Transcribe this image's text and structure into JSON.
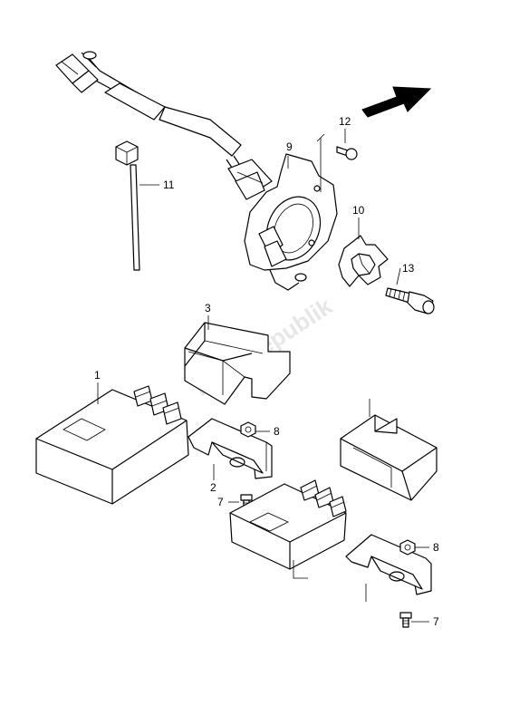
{
  "watermark": "PartsRepublik",
  "callouts": {
    "p1": "1",
    "p2": "2",
    "p3": "3",
    "p7a": "7",
    "p7b": "7",
    "p8a": "8",
    "p8b": "8",
    "p9": "9",
    "p10": "10",
    "p11": "11",
    "p12": "12",
    "p13": "13"
  }
}
